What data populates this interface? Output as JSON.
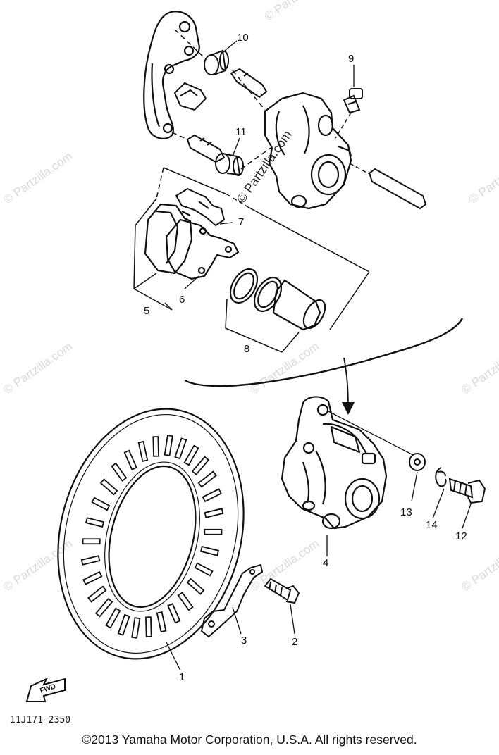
{
  "watermark": "© Partzilla.com",
  "drawing_code": "11J171-2350",
  "fwd_label": "FWD",
  "copyright": "©2013  Yamaha Motor Corporation, U.S.A. All rights reserved.",
  "callouts": {
    "c1": "1",
    "c2": "2",
    "c3": "3",
    "c4": "4",
    "c5": "5",
    "c6": "6",
    "c7": "7",
    "c8": "8",
    "c9": "9",
    "c10": "10",
    "c11": "11",
    "c12": "12",
    "c13": "13",
    "c14": "14"
  }
}
